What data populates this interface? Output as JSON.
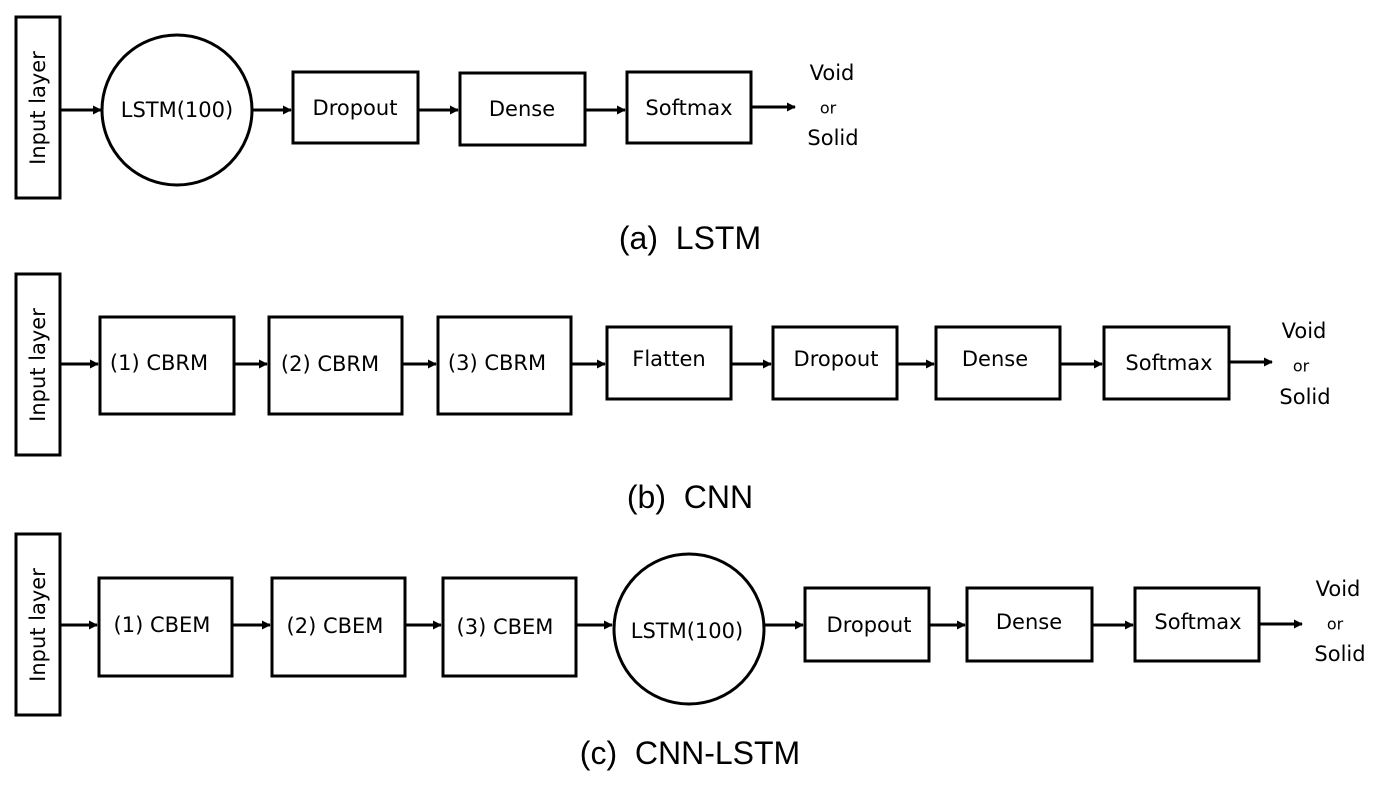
{
  "rows": [
    {
      "caption": "(a)  LSTM",
      "input_label": "Input layer",
      "nodes": [
        {
          "label": "LSTM(100)",
          "shape": "circle"
        },
        {
          "label": "Dropout",
          "shape": "rect"
        },
        {
          "label": "Dense",
          "shape": "rect"
        },
        {
          "label": "Softmax",
          "shape": "rect"
        }
      ],
      "output": {
        "top": "Void",
        "middle": "or",
        "bottom": "Solid"
      }
    },
    {
      "caption": "(b)  CNN",
      "input_label": "Input layer",
      "nodes": [
        {
          "label": "(1) CBRM",
          "shape": "rect"
        },
        {
          "label": "(2) CBRM",
          "shape": "rect"
        },
        {
          "label": "(3) CBRM",
          "shape": "rect"
        },
        {
          "label": "Flatten",
          "shape": "rect"
        },
        {
          "label": "Dropout",
          "shape": "rect"
        },
        {
          "label": "Dense",
          "shape": "rect"
        },
        {
          "label": "Softmax",
          "shape": "rect"
        }
      ],
      "output": {
        "top": "Void",
        "middle": "or",
        "bottom": "Solid"
      }
    },
    {
      "caption": "(c)  CNN-LSTM",
      "input_label": "Input layer",
      "nodes": [
        {
          "label": "(1) CBEM",
          "shape": "rect"
        },
        {
          "label": "(2) CBEM",
          "shape": "rect"
        },
        {
          "label": "(3) CBEM",
          "shape": "rect"
        },
        {
          "label": "LSTM(100)",
          "shape": "circle"
        },
        {
          "label": "Dropout",
          "shape": "rect"
        },
        {
          "label": "Dense",
          "shape": "rect"
        },
        {
          "label": "Softmax",
          "shape": "rect"
        }
      ],
      "output": {
        "top": "Void",
        "middle": "or",
        "bottom": "Solid"
      }
    }
  ]
}
